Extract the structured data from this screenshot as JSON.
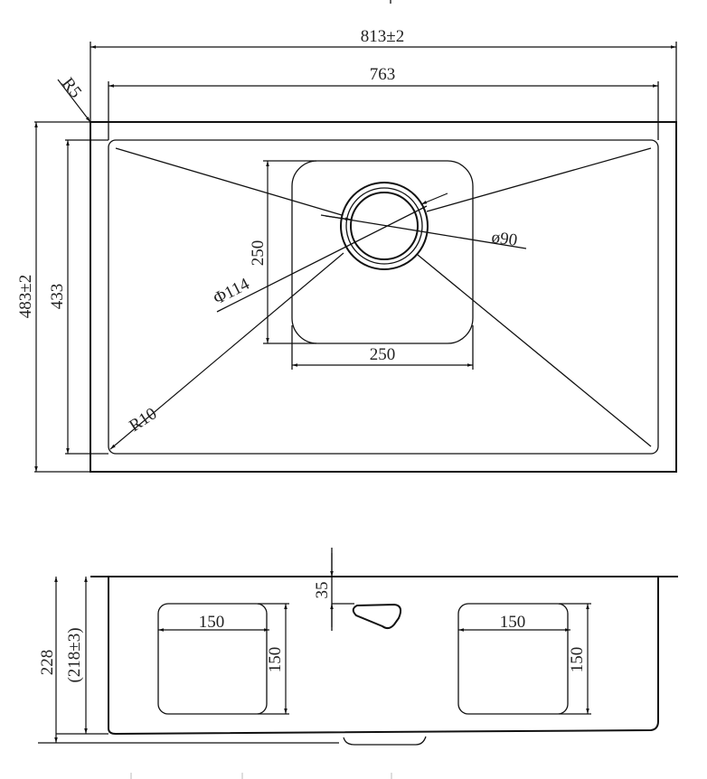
{
  "top_view": {
    "overall_width": "813±2",
    "inner_width": "763",
    "overall_depth": "483±2",
    "inner_depth": "433",
    "corner_radius_outer": "R5",
    "corner_radius_inner": "R10",
    "drain_area_width": "250",
    "drain_area_depth": "250",
    "drain_outer_diameter": "Φ114",
    "drain_inner_diameter": "ø90"
  },
  "side_view": {
    "total_height": "228",
    "bowl_height": "(218±3)",
    "overflow_offset": "35",
    "left_panel_width": "150",
    "left_panel_height": "150",
    "right_panel_width": "150",
    "right_panel_height": "150"
  }
}
